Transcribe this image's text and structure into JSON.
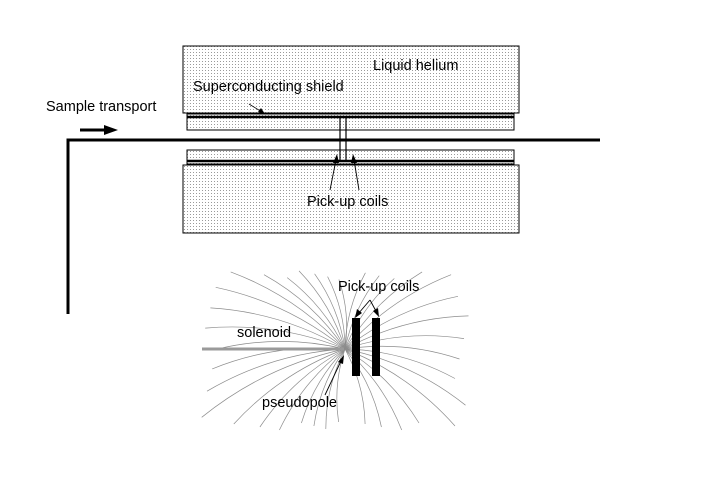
{
  "labels": {
    "liquid_helium": "Liquid helium",
    "superconducting_shield": "Superconducting shield",
    "sample_transport": "Sample transport",
    "pickup_coils_top": "Pick-up coils",
    "pickup_coils_bottom": "Pick-up coils",
    "solenoid": "solenoid",
    "pseudopole": "pseudopole"
  },
  "colors": {
    "stroke": "#000000",
    "dots": "#9a9a9a",
    "field_lines": "#8c8c8c",
    "solenoid": "#9a9a9a",
    "background": "#ffffff"
  }
}
